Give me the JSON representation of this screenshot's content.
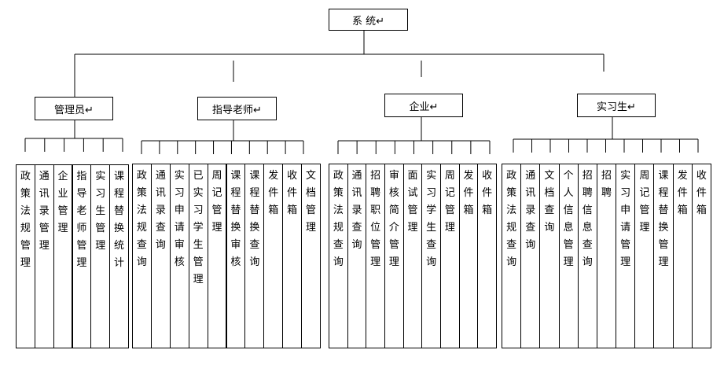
{
  "root": {
    "label": "系 统↵"
  },
  "groups": [
    {
      "label": "管理员↵",
      "items": [
        "政策法规管理",
        "通讯录管理",
        "企业管理",
        "指导老师管理",
        "实习生管理",
        "课程替换统计"
      ]
    },
    {
      "label": "指导老师↵",
      "items": [
        "政策法规查询",
        "通讯录查询",
        "实习申请审核",
        "已实习学生管理",
        "周记管理",
        "课程替换审核",
        "课程替换查询",
        "发件箱",
        "收件箱",
        "文档管理"
      ]
    },
    {
      "label": "企业↵",
      "items": [
        "政策法规查询",
        "通讯录查询",
        "招聘职位管理",
        "审核简介管理",
        "面试管理",
        "实习学生查询",
        "周记管理",
        "发件箱",
        "收件箱"
      ]
    },
    {
      "label": "实习生↵",
      "items": [
        "政策法规查询",
        "通讯录查询",
        "文档查询",
        "个人信息管理",
        "招聘信息查询",
        "招聘",
        "实习申请管理",
        "周记管理",
        "课程替换管理",
        "发件箱",
        "收件箱"
      ]
    }
  ]
}
